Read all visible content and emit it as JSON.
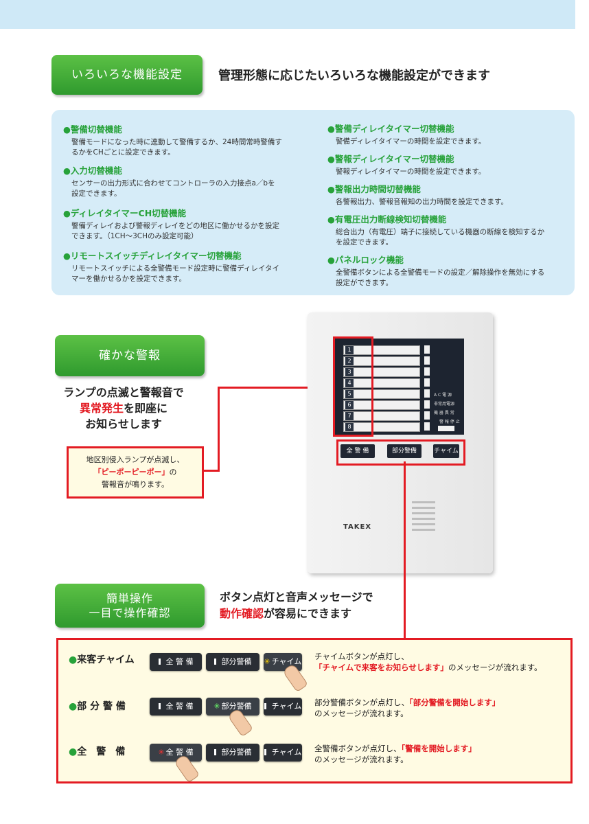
{
  "section1": {
    "tag": "いろいろな機能設定",
    "headline": "管理形態に応じたいろいろな機能設定ができます",
    "features_left": [
      {
        "title": "警備切替機能",
        "desc": [
          "警備モードになった時に連動して警備するか、24時間常時警備す",
          "るかをCHごとに設定できます。"
        ]
      },
      {
        "title": "入力切替機能",
        "desc": [
          "センサーの出力形式に合わせてコントローラの入力接点a／bを",
          "設定できます。"
        ]
      },
      {
        "title": "ディレイタイマーCH切替機能",
        "desc": [
          "警備ディレイおよび警報ディレイをどの地区に働かせるかを設定",
          "できます。（1CH～3CHのみ設定可能）"
        ]
      },
      {
        "title": "リモートスイッチディレイタイマー切替機能",
        "desc": [
          "リモートスイッチによる全警備モード設定時に警備ディレイタイ",
          "マーを働かせるかを設定できます。"
        ]
      }
    ],
    "features_right": [
      {
        "title": "警備ディレイタイマー切替機能",
        "desc": [
          "警備ディレイタイマーの時間を設定できます。"
        ]
      },
      {
        "title": "警報ディレイタイマー切替機能",
        "desc": [
          "警報ディレイタイマーの時間を設定できます。"
        ]
      },
      {
        "title": "警報出力時間切替機能",
        "desc": [
          "各警報出力、警報音報知の出力時間を設定できます。"
        ]
      },
      {
        "title": "有電圧出力断線検知切替機能",
        "desc": [
          "総合出力（有電圧）端子に接続している機器の断線を検知するか",
          "を設定できます。"
        ]
      },
      {
        "title": "パネルロック機能",
        "desc": [
          "全警備ボタンによる全警備モードの設定／解除操作を無効にする",
          "設定ができます。"
        ]
      }
    ]
  },
  "section2": {
    "tag": "確かな警報",
    "msg_line1": "ランプの点滅と警報音で",
    "msg_red": "異常発生",
    "msg_line2_rest": "を即座に",
    "msg_line3": "お知らせします",
    "note_line1": "地区別侵入ランプが点滅し、",
    "note_red": "「ピーポーピーポー」",
    "note_line2_rest": "の",
    "note_line3": "警報音が鳴ります。"
  },
  "device": {
    "zones": [
      "1",
      "2",
      "3",
      "4",
      "5",
      "6",
      "7",
      "8"
    ],
    "indicators": [
      "A C 電 源",
      "非常用電源",
      "機 器 異 常"
    ],
    "status_label": "警 報 停 止",
    "buttons": [
      "全 警 備",
      "部分警備",
      "チャイム"
    ],
    "brand": "TAKEX"
  },
  "section3": {
    "tag_line1": "簡単操作",
    "tag_line2": "一目で操作確認",
    "headline_line1": "ボタン点灯と音声メッセージで",
    "headline_red": "動作確認",
    "headline_line2_rest": "が容易にできます",
    "rows": [
      {
        "label": "来客チャイム",
        "text1": "チャイムボタンが点灯し、",
        "text_red": "「チャイムで来客をお知らせします」",
        "text2": "のメッセージが流れます。"
      },
      {
        "label": "部 分 警 備",
        "text1": "部分警備ボタンが点灯し、",
        "text_red": "「部分警備を開始します」",
        "text2": "のメッセージが流れます。"
      },
      {
        "label": "全　警　備",
        "text1": "全警備ボタンが点灯し、",
        "text_red": "「警備を開始します」",
        "text2": "のメッセージが流れます。"
      }
    ],
    "btn_all": "全 警 備",
    "btn_partial": "部分警備",
    "btn_chime": "チャイム"
  }
}
